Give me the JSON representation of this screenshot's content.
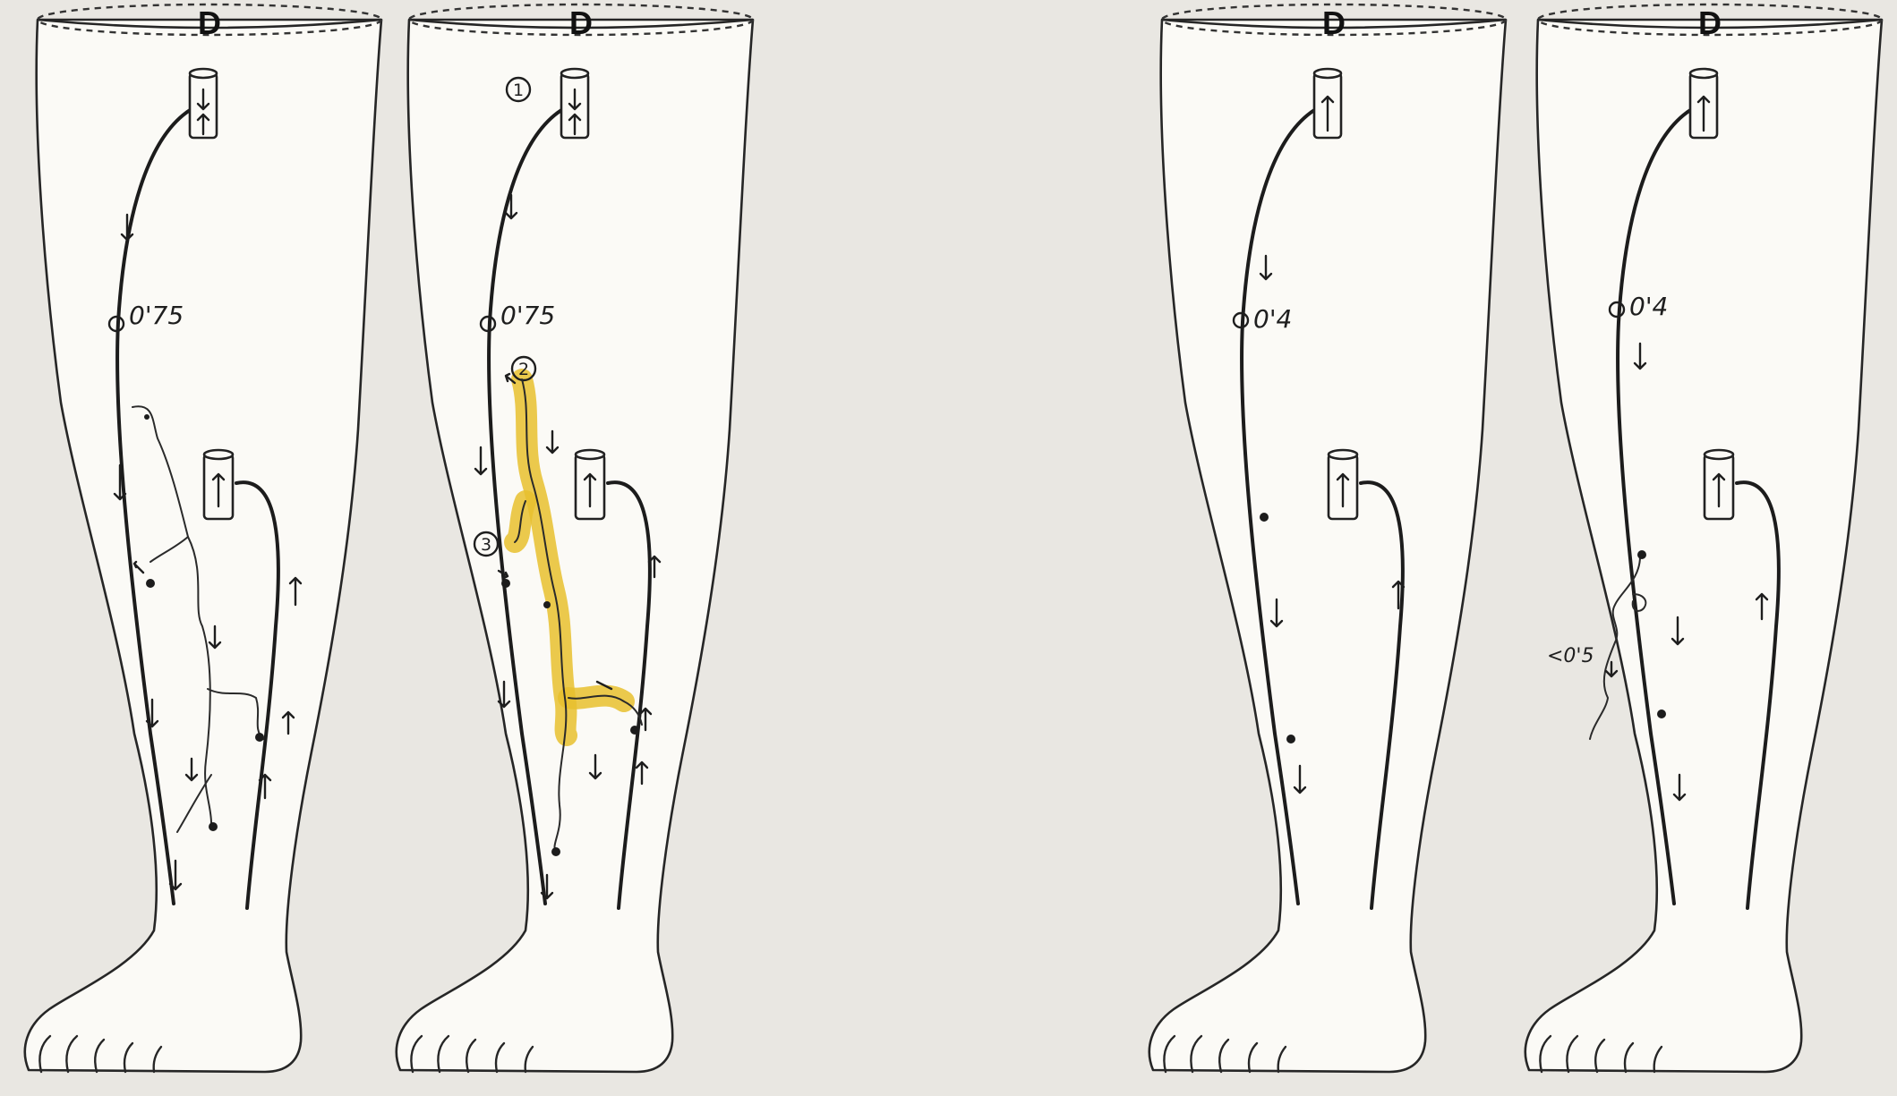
{
  "legs": [
    {
      "side_label": "D",
      "measurement": "0'75",
      "saphenofemoral_flow": "bidirectional",
      "highlight": false,
      "markers": []
    },
    {
      "side_label": "D",
      "measurement": "0'75",
      "saphenofemoral_flow": "bidirectional",
      "highlight": true,
      "highlight_color": "#e8c02e",
      "markers": [
        "1",
        "2",
        "3"
      ]
    },
    {
      "side_label": "D",
      "measurement": "0'4",
      "saphenofemoral_flow": "up",
      "highlight": false,
      "markers": []
    },
    {
      "side_label": "D",
      "measurement": "0'4",
      "saphenofemoral_flow": "up",
      "highlight": false,
      "markers": [],
      "tributary_measurement": "<0'5"
    }
  ]
}
